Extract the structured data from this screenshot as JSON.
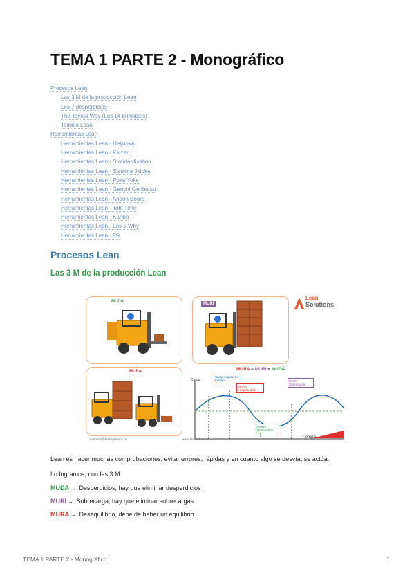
{
  "title": "TEMA 1 PARTE 2 - Monográfico",
  "toc": [
    {
      "label": "Procesos Lean",
      "level": 1
    },
    {
      "label": "Las 3 M de la producción Lean",
      "level": 2
    },
    {
      "label": "Los 7 desperdicios",
      "level": 2
    },
    {
      "label": "The Toyota Way (Los 14 principios)",
      "level": 2
    },
    {
      "label": "Templo Lean",
      "level": 2
    },
    {
      "label": "Herramientas Lean",
      "level": 1
    },
    {
      "label": "Herramientas Lean - Heijunka",
      "level": 2
    },
    {
      "label": "Herramientas Lean - Kaizen",
      "level": 2
    },
    {
      "label": "Herramientas Lean - Standardisation",
      "level": 2
    },
    {
      "label": "Herramientas Lean - Sistema Jidoka",
      "level": 2
    },
    {
      "label": "Herramientas Lean - Poka Yoke",
      "level": 2
    },
    {
      "label": "Herramientas Lean - Genchi Genbutsu",
      "level": 2
    },
    {
      "label": "Herramientas Lean - Andon Board",
      "level": 2
    },
    {
      "label": "Herramientas Lean - Takt Time",
      "level": 2
    },
    {
      "label": "Herramientas Lean - Kanba",
      "level": 2
    },
    {
      "label": "Herramientas Lean - Los 5 Why",
      "level": 2
    },
    {
      "label": "Herramientas Lean - 5S",
      "level": 2
    }
  ],
  "section_heading": "Procesos Lean",
  "subsection_heading": "Las 3 M de la producción Lean",
  "figure": {
    "muda_label": "MUDA",
    "muri_label": "MURI",
    "mura_label": "MURA",
    "logo_line1": "Lean",
    "logo_line2": "Solutions",
    "equation": {
      "mura": "MURA",
      "eq": " = ",
      "muri": "MURI",
      "plus": " + ",
      "muda": "MUDÁ"
    },
    "y_axis": "Carga",
    "x_axis": "Tiempo",
    "callout_regular": "Carga regular de trabajo",
    "callout_mura": "MURA Irregularidad",
    "callout_muri": "MURI Sobrecarga",
    "callout_muda": "MUDA Desperdicio",
    "email": "contacto@leansolutions.co",
    "website": "www.leansolutions.co",
    "colors": {
      "muda": "#2f9a4b",
      "muri": "#8e5ea2",
      "mura": "#e0312e",
      "border": "#f2b38c",
      "logo": "#e8582a"
    }
  },
  "paragraphs": {
    "intro": "Lean es hacer muchas comprobaciones, evitar errores, rápidas y en cuanto algo se desvía, se actúa.",
    "lead": "Lo logramos, con las 3 M:"
  },
  "items": [
    {
      "key": "MUDA",
      "arrow": "→",
      "text": " Desperdicios, hay que eliminar desperdicios",
      "color": "#2f9a4b"
    },
    {
      "key": "MURI",
      "arrow": "→",
      "text": " Sobrecarga, hay que eliminar sobrecargas",
      "color": "#8e5ea2"
    },
    {
      "key": "MURA",
      "arrow": "→",
      "text": " Desequilibrio, debe de haber un equilibrio",
      "color": "#e0312e"
    }
  ],
  "footer": {
    "title": "TEMA 1 PARTE 2 - Monográfico",
    "page": "1"
  }
}
